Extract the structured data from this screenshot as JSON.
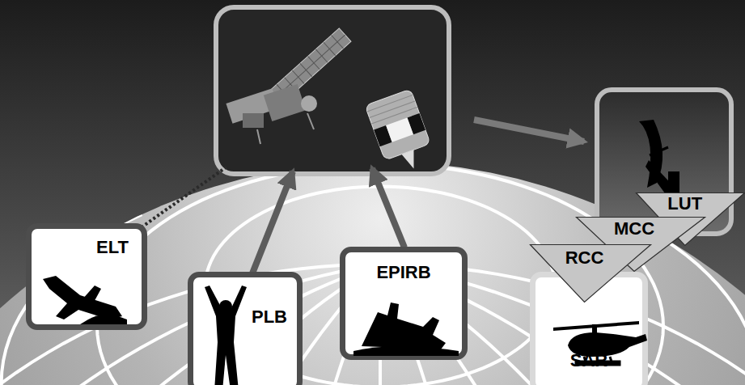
{
  "diagram": {
    "nodes": [
      {
        "text": [
          "ELT"
        ]
      },
      {
        "text": [
          "PLB"
        ]
      },
      {
        "text": [
          "EPIRB"
        ]
      },
      {
        "text": [
          "LUT"
        ]
      },
      {
        "text": [
          "MCC"
        ]
      },
      {
        "text": [
          "RCC"
        ]
      },
      {
        "text": [
          "SAR"
        ]
      }
    ]
  }
}
